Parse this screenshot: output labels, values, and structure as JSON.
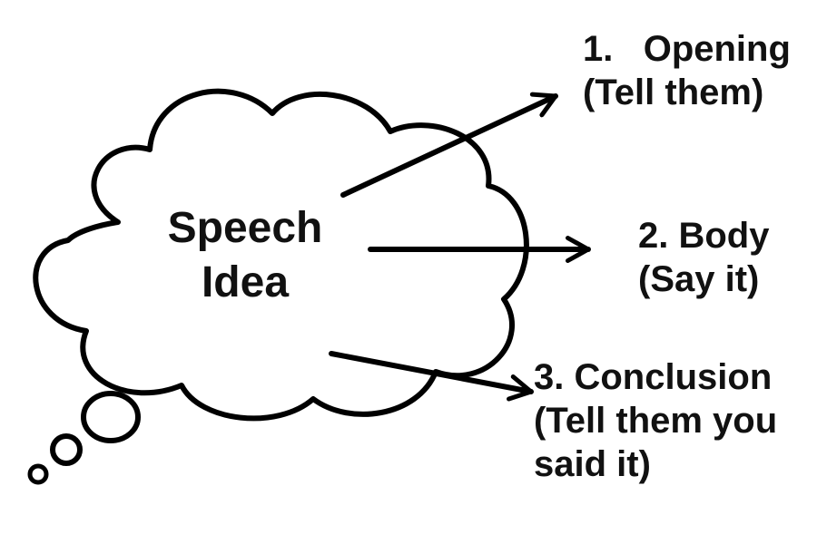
{
  "colors": {
    "stroke": "#000000",
    "text": "#111111",
    "background": "#ffffff"
  },
  "center": {
    "line1": "Speech",
    "line2": "Idea"
  },
  "items": [
    {
      "line1": "1.   Opening",
      "line2": "(Tell them)"
    },
    {
      "line1": "2. Body",
      "line2": "(Say it)"
    },
    {
      "line1": "3. Conclusion",
      "line2": "(Tell them you",
      "line3": "said it)"
    }
  ]
}
